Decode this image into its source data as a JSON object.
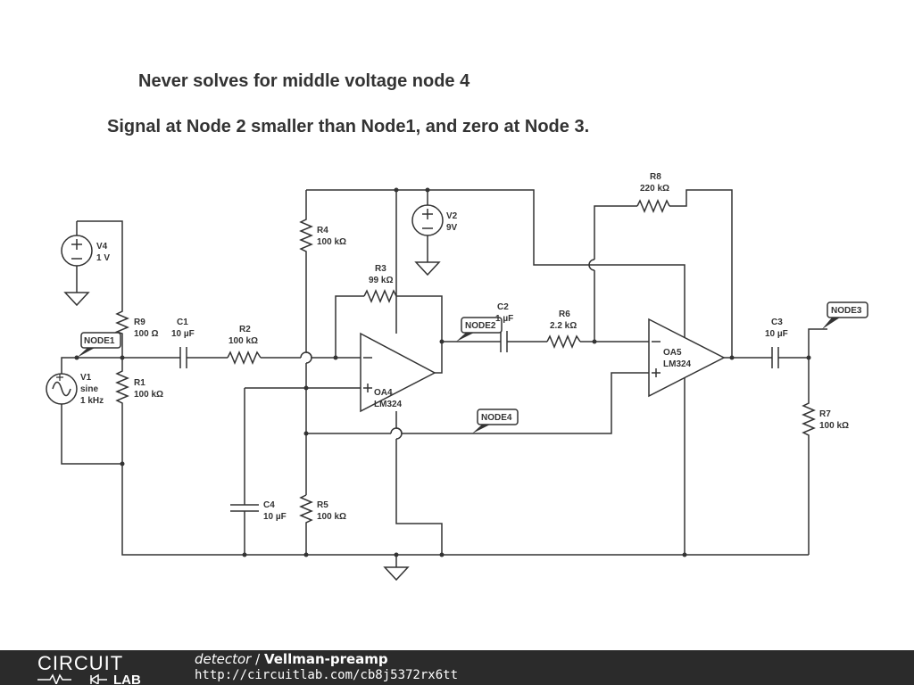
{
  "notes": {
    "line1": "Never solves for middle voltage node 4",
    "line2": "Signal at Node 2 smaller than Node1, and zero at Node 3."
  },
  "components": {
    "v4": {
      "name": "V4",
      "value": "1 V"
    },
    "v1": {
      "name": "V1",
      "type": "sine",
      "freq": "1 kHz"
    },
    "r9": {
      "name": "R9",
      "value": "100 Ω"
    },
    "r1": {
      "name": "R1",
      "value": "100 kΩ"
    },
    "c1": {
      "name": "C1",
      "value": "10 µF"
    },
    "r2": {
      "name": "R2",
      "value": "100 kΩ"
    },
    "r4": {
      "name": "R4",
      "value": "100 kΩ"
    },
    "r5": {
      "name": "R5",
      "value": "100 kΩ"
    },
    "c4": {
      "name": "C4",
      "value": "10 µF"
    },
    "r3": {
      "name": "R3",
      "value": "99 kΩ"
    },
    "v2": {
      "name": "V2",
      "value": "9V"
    },
    "oa4": {
      "name": "OA4",
      "model": "LM324"
    },
    "c2": {
      "name": "C2",
      "value": "1 µF"
    },
    "r6": {
      "name": "R6",
      "value": "2.2 kΩ"
    },
    "r8": {
      "name": "R8",
      "value": "220 kΩ"
    },
    "oa5": {
      "name": "OA5",
      "model": "LM324"
    },
    "c3": {
      "name": "C3",
      "value": "10 µF"
    },
    "r7": {
      "name": "R7",
      "value": "100 kΩ"
    }
  },
  "nodes": {
    "node1": "NODE1",
    "node2": "NODE2",
    "node3": "NODE3",
    "node4": "NODE4"
  },
  "footer": {
    "logo_top": "CIRCUIT",
    "logo_bottom": "LAB",
    "user": "detector",
    "separator": "/",
    "project": "Vellman-preamp",
    "url": "http://circuitlab.com/cb8j5372rx6tt"
  },
  "colors": {
    "wire": "#333333",
    "footer_bg": "#2b2b2b",
    "footer_text": "#ffffff"
  }
}
